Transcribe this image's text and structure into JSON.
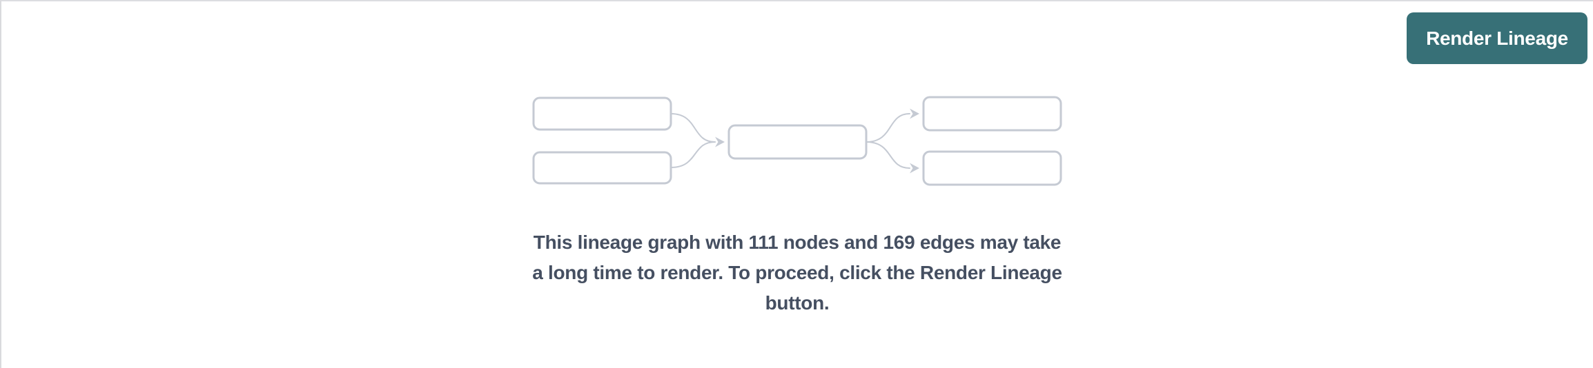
{
  "colors": {
    "page-bg": "#ffffff",
    "panel-border-top": "#dcdde1",
    "panel-border-left": "#d9dadd",
    "node-stroke": "#c5cad3",
    "message-text": "#454f61",
    "button-bg": "#377077",
    "button-text": "#ffffff"
  },
  "button": {
    "label": "Render Lineage"
  },
  "message": {
    "lines": [
      "This lineage graph with 111 nodes and 169 edges may take",
      "a long time to render. To proceed, click the Render Lineage",
      "button."
    ],
    "node_count": 111,
    "edge_count": 169
  },
  "diagram": {
    "icon": "lineage-placeholder-icon",
    "shape": "5 empty rounded nodes: 2 upstream, 1 center, 2 downstream, joined by curved arrows"
  }
}
